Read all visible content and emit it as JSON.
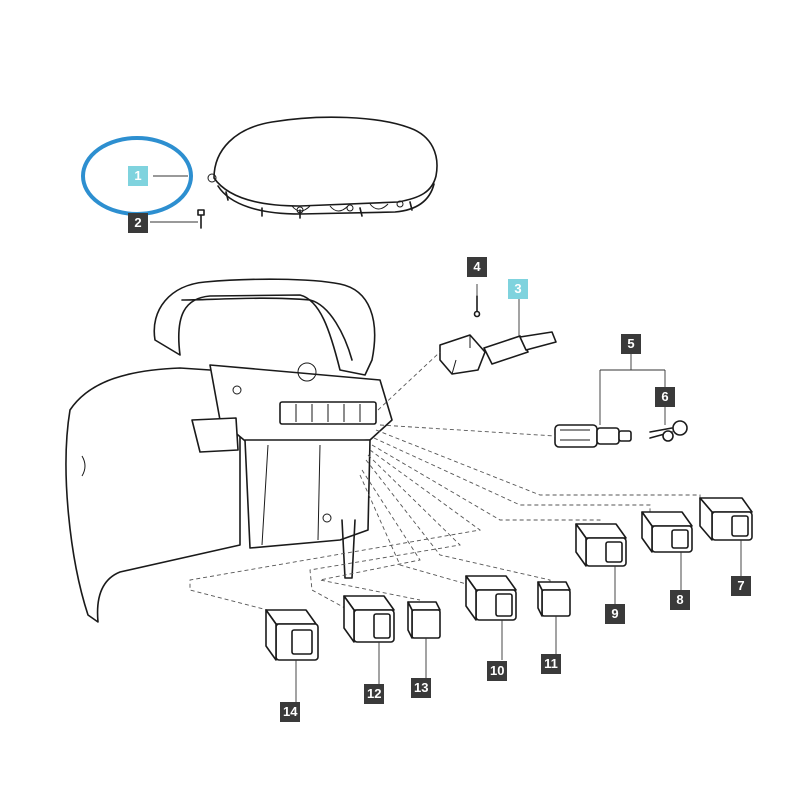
{
  "colors": {
    "highlight_label": "#7fd3de",
    "label": "#3a3a3a",
    "ring": "#2d8fd0"
  },
  "callouts": [
    {
      "id": "1",
      "text": "1",
      "highlight": true
    },
    {
      "id": "2",
      "text": "2",
      "highlight": false
    },
    {
      "id": "3",
      "text": "3",
      "highlight": true
    },
    {
      "id": "4",
      "text": "4",
      "highlight": false
    },
    {
      "id": "5",
      "text": "5",
      "highlight": false
    },
    {
      "id": "6",
      "text": "6",
      "highlight": false
    },
    {
      "id": "7",
      "text": "7",
      "highlight": false
    },
    {
      "id": "8",
      "text": "8",
      "highlight": false
    },
    {
      "id": "9",
      "text": "9",
      "highlight": false
    },
    {
      "id": "10",
      "text": "10",
      "highlight": false
    },
    {
      "id": "11",
      "text": "11",
      "highlight": false
    },
    {
      "id": "12",
      "text": "12",
      "highlight": false
    },
    {
      "id": "13",
      "text": "13",
      "highlight": false
    },
    {
      "id": "14",
      "text": "14",
      "highlight": false
    }
  ]
}
